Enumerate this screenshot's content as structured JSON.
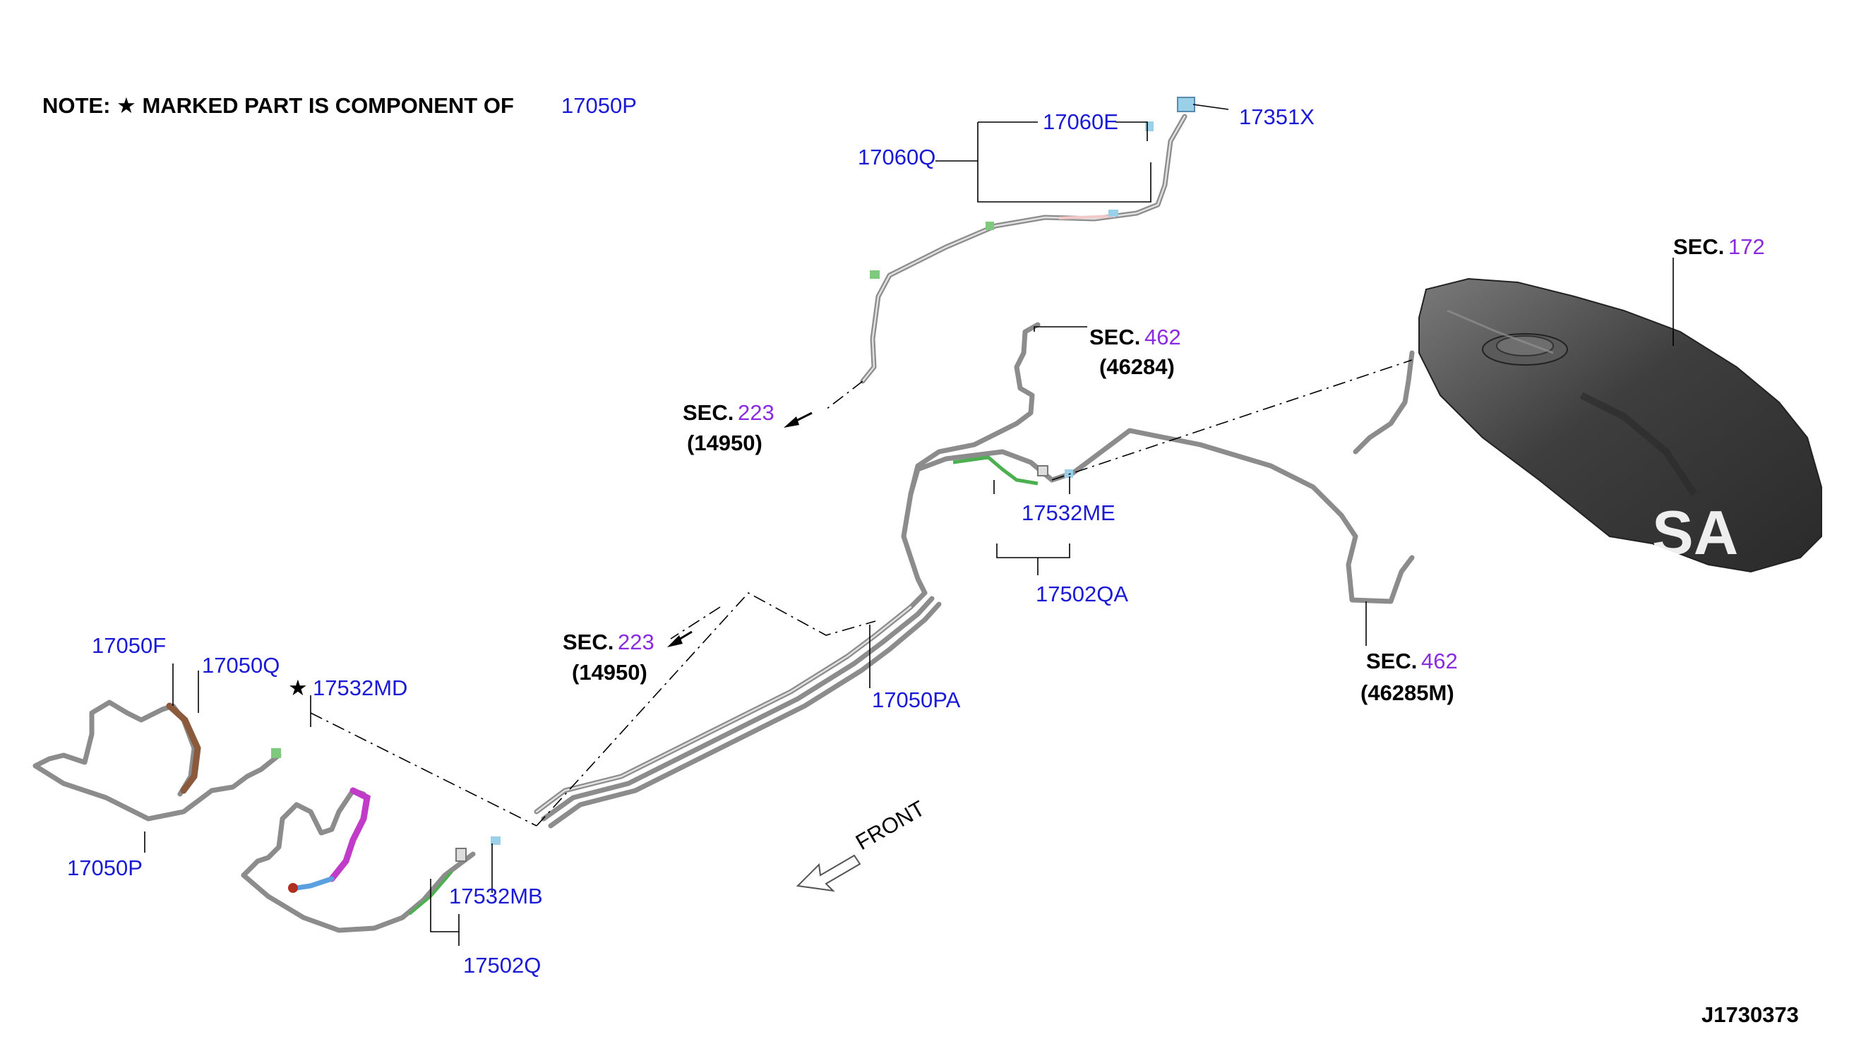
{
  "note": {
    "text": "NOTE: ★ MARKED PART IS COMPONENT OF",
    "part": "17050P"
  },
  "parts": {
    "p17060E": "17060E",
    "p17351X": "17351X",
    "p17060Q": "17060Q",
    "p17532ME": "17532ME",
    "p17502QA": "17502QA",
    "p17050PA": "17050PA",
    "p17050F": "17050F",
    "p17050Q": "17050Q",
    "p17532MD": "17532MD",
    "p17050P": "17050P",
    "p17532MB": "17532MB",
    "p17502Q": "17502Q"
  },
  "sections": {
    "sec172": {
      "prefix": "SEC.",
      "num": "172"
    },
    "sec462a": {
      "prefix": "SEC.",
      "num": "462",
      "sub": "(46284)"
    },
    "sec462b": {
      "prefix": "SEC.",
      "num": "462",
      "sub": "(46285M)"
    },
    "sec223a": {
      "prefix": "SEC.",
      "num": "223",
      "sub": "(14950)"
    },
    "sec223b": {
      "prefix": "SEC.",
      "num": "223",
      "sub": "(14950)"
    }
  },
  "star": "★",
  "front_label": "FRONT",
  "watermark": "SA",
  "diagram_id": "J1730373",
  "colors": {
    "part_label": "#1a1ad6",
    "section_number": "#8a2be2",
    "pipe": "#8c8c8c",
    "hose_brown": "#8b5a3c",
    "hose_magenta": "#c03cc8",
    "hose_blue": "#5aa0e0",
    "clip_green": "#4caf50",
    "tank": "#4a4a4a"
  }
}
